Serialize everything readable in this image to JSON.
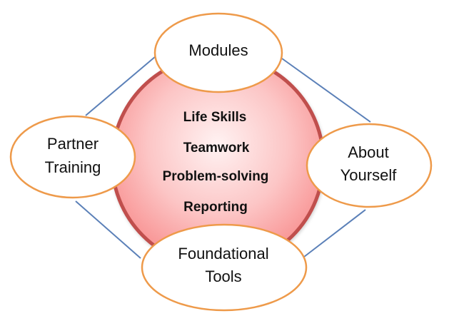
{
  "diagram": {
    "center": {
      "items": [
        "Life Skills",
        "Teamwork",
        "Problem-solving",
        "Reporting"
      ]
    },
    "nodes": {
      "modules": {
        "lines": [
          "Modules"
        ]
      },
      "about": {
        "lines": [
          "About",
          "Yourself"
        ]
      },
      "foundational": {
        "lines": [
          "Foundational",
          "Tools"
        ]
      },
      "partner": {
        "lines": [
          "Partner",
          "Training"
        ]
      }
    },
    "colors": {
      "connector": "#5b80b8",
      "node_border": "#ee9a4a",
      "node_fill": "#ffffff",
      "center_border": "#c0504d",
      "center_fill_inner": "#fff2f2",
      "center_fill_outer": "#f88f8f",
      "text": "#111111"
    }
  }
}
